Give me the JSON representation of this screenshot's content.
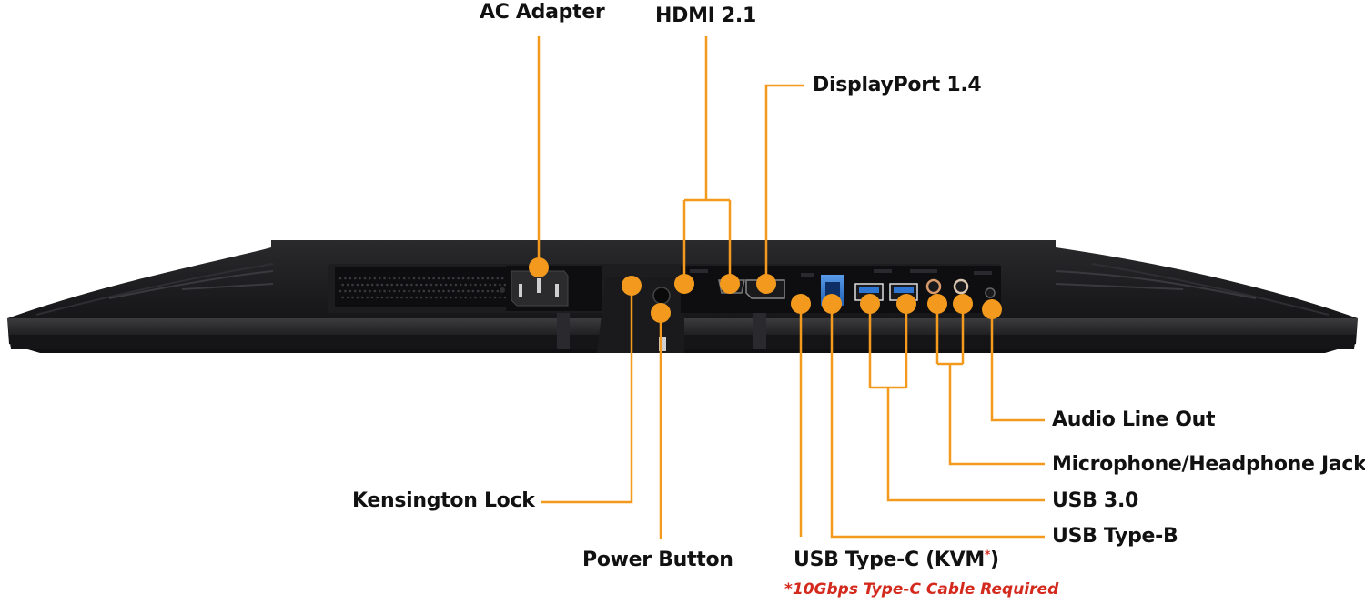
{
  "colors": {
    "callout": "#f39a1e",
    "body": "#1c1c1e",
    "panel": "#0e0e10",
    "note": "#d42a1e",
    "usb_blue": "#2f76d2"
  },
  "labels": {
    "ac_adapter": "AC Adapter",
    "hdmi": "HDMI 2.1",
    "displayport": "DisplayPort 1.4",
    "kensington": "Kensington Lock",
    "power": "Power Button",
    "usb_c": "USB Type-C (KVM",
    "usb_c_asterisk": "*",
    "usb_c_close": ")",
    "usb_b": "USB Type-B",
    "usb_3": "USB 3.0",
    "mic_headphone": "Microphone/Headphone Jack",
    "audio_out": "Audio Line Out"
  },
  "note": "*10Gbps Type-C Cable Required"
}
